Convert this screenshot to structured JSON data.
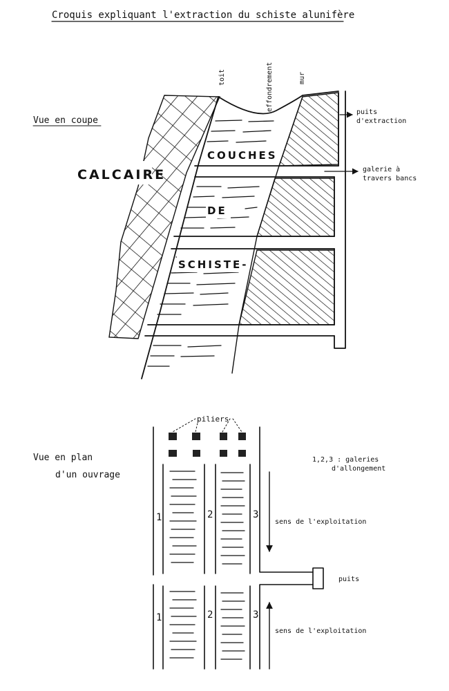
{
  "title": "Croquis expliquant l'extraction du schiste alunifère",
  "section_coupe": {
    "heading": "Vue en coupe",
    "label_calcaire": "CALCAIRE",
    "label_couches": "COUCHES",
    "label_de": "DE",
    "label_schiste": "SCHISTE-",
    "label_toit": "toit",
    "label_effondrement": "effondrement",
    "label_mur": "mur",
    "puits_line1": "puits",
    "puits_line2": "d'extraction",
    "galerie_line1": "galerie à",
    "galerie_line2": "travers bancs"
  },
  "section_plan": {
    "heading_line1": "Vue en plan",
    "heading_line2": "d'un ouvrage",
    "label_piliers": "piliers",
    "legend_line1": "1,2,3 : galeries",
    "legend_line2": "d'allongement",
    "sens_top": "sens de l'exploitation",
    "puits": "puits",
    "sens_bottom": "sens de l'exploitation",
    "gallery_numbers": [
      "1",
      "2",
      "3"
    ]
  },
  "colors": {
    "ink": "#111111",
    "paper": "#ffffff"
  }
}
